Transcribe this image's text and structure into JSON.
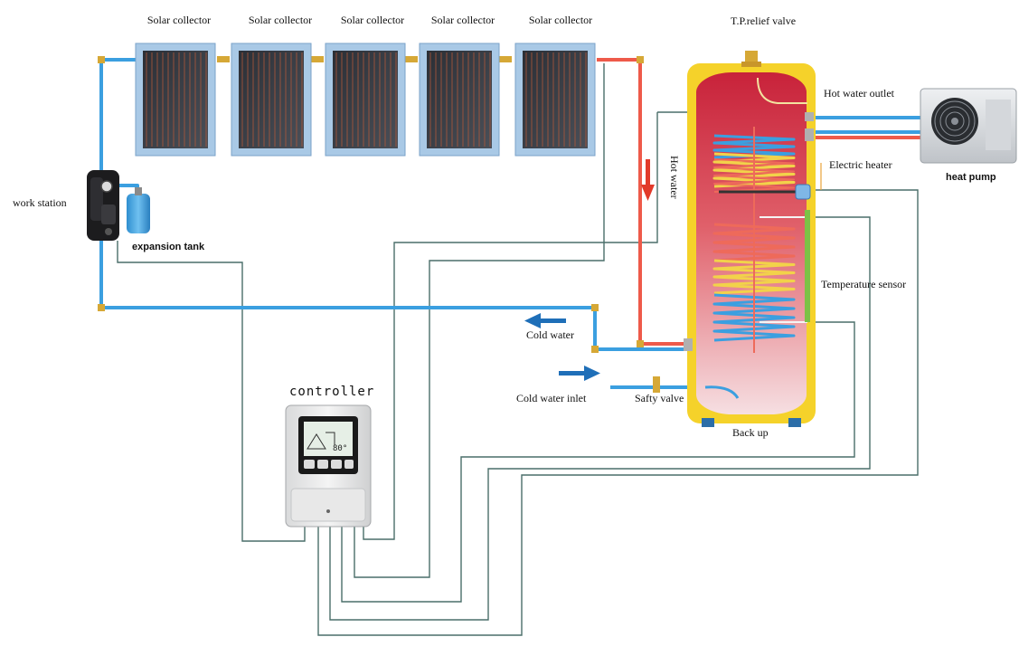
{
  "collectors": [
    {
      "label": "Solar collector"
    },
    {
      "label": "Solar collector"
    },
    {
      "label": "Solar collector"
    },
    {
      "label": "Solar collector"
    },
    {
      "label": "Solar collector"
    }
  ],
  "labels": {
    "tp_valve": "T.P.relief valve",
    "hot_water_outlet": "Hot water outlet",
    "heat_pump": "heat pump",
    "electric_heater": "Electric heater",
    "hot_water": "Hot water",
    "work_station": "work  station",
    "expansion_tank": "expansion tank",
    "temperature_sensor": "Temperature sensor",
    "cold_water": "Cold water",
    "cold_water_inlet": "Cold water inlet",
    "safety_valve": "Safty valve",
    "back_up": "Back up",
    "controller": "controller"
  },
  "display": {
    "reading": "80°"
  },
  "colors": {
    "cold_pipe": "#3b9fe0",
    "hot_pipe": "#ee5a4a",
    "tank_shell": "#f5d22a",
    "sensor_wire": "#4a6e6a",
    "flow_arrow_hot": "#e23a2a",
    "flow_arrow_cold": "#1f6fb8"
  }
}
